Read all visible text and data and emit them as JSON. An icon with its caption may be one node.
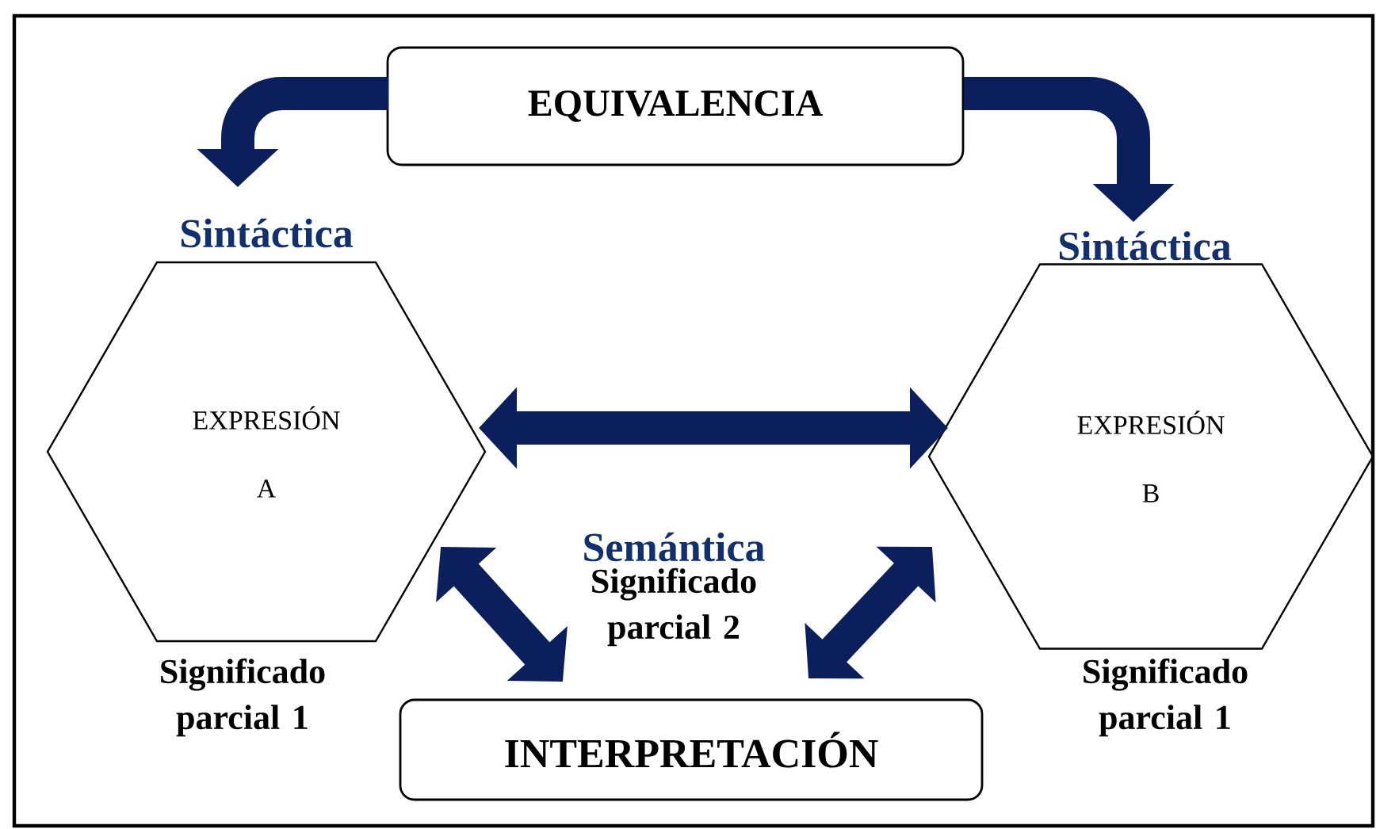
{
  "diagram": {
    "nodes": [
      {
        "text": [
          "EQUIVALENCIA"
        ]
      },
      {
        "text": [
          "EXPRESIÓN A"
        ],
        "beside": [
          "Sintáctica",
          "Significado parcial 1"
        ]
      },
      {
        "text": [
          "EXPRESIÓN B"
        ],
        "beside": [
          "Sintáctica",
          "Significado parcial 1"
        ]
      },
      {
        "text": [
          "INTERPRETACIÓN"
        ]
      }
    ],
    "edges": [
      {
        "from": 0,
        "to": 1,
        "arrow": "to"
      },
      {
        "from": 0,
        "to": 2,
        "arrow": "to"
      },
      {
        "from": 1,
        "to": 2,
        "arrow": "both"
      },
      {
        "from": 1,
        "to": 3,
        "arrow": "both"
      },
      {
        "from": 2,
        "to": 3,
        "arrow": "both"
      }
    ],
    "labels": [
      "Semántica",
      "Significado parcial 2"
    ]
  }
}
